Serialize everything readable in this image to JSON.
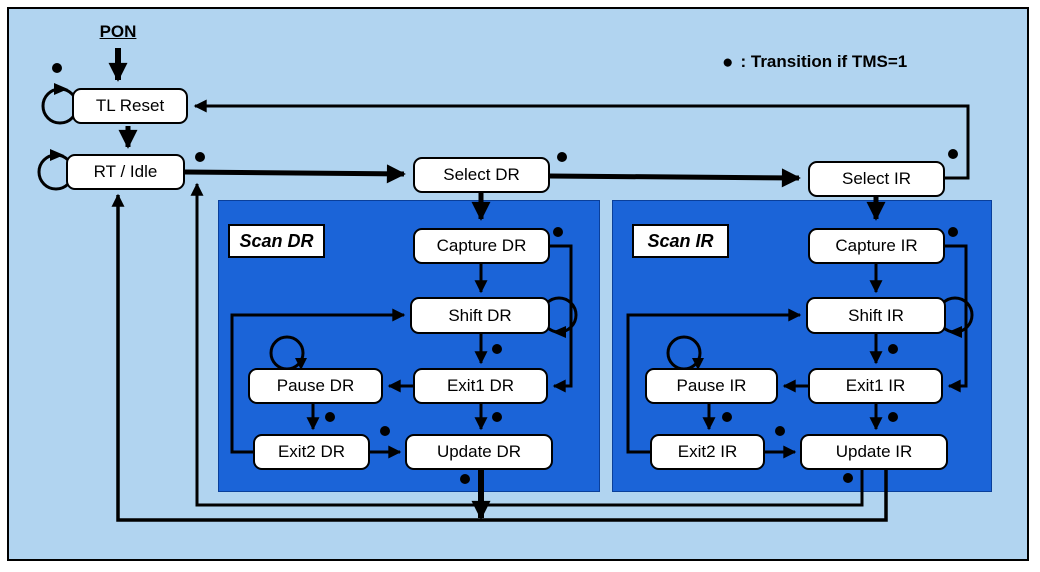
{
  "pon_label": "PON",
  "legend": {
    "dot": "●",
    "label": ": Transition if TMS=1"
  },
  "groups": {
    "scan_dr": "Scan DR",
    "scan_ir": "Scan IR"
  },
  "states": {
    "tl_reset": "TL Reset",
    "rt_idle": "RT / Idle",
    "select_dr": "Select DR",
    "select_ir": "Select IR",
    "capture_dr": "Capture DR",
    "shift_dr": "Shift DR",
    "exit1_dr": "Exit1 DR",
    "pause_dr": "Pause DR",
    "exit2_dr": "Exit2 DR",
    "update_dr": "Update DR",
    "capture_ir": "Capture IR",
    "shift_ir": "Shift IR",
    "exit1_ir": "Exit1 IR",
    "pause_ir": "Pause IR",
    "exit2_ir": "Exit2 IR",
    "update_ir": "Update IR"
  },
  "colors": {
    "background": "#b1d4f0",
    "panel_blue": "#1b64d8",
    "state_box": "#ffffff",
    "line": "#000000"
  }
}
